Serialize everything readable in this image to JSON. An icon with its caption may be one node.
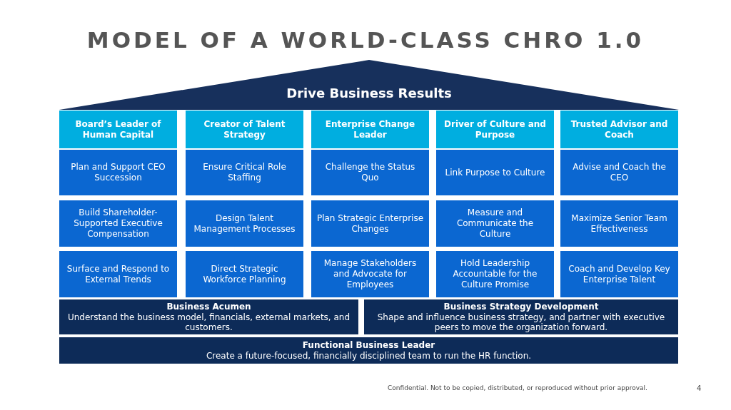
{
  "diagram": {
    "title": "MODEL OF A WORLD-CLASS CHRO 1.0",
    "nodes": [
      {
        "text": [
          "Drive Business Results"
        ]
      },
      {
        "text": [
          "Board’s Leader of Human Capital"
        ]
      },
      {
        "text": [
          "Creator of Talent Strategy"
        ]
      },
      {
        "text": [
          "Enterprise Change Leader"
        ]
      },
      {
        "text": [
          "Driver of Culture and Purpose"
        ]
      },
      {
        "text": [
          "Trusted Advisor and Coach"
        ]
      },
      {
        "text": [
          "Plan and Support CEO Succession"
        ]
      },
      {
        "text": [
          "Ensure Critical Role Staffing"
        ]
      },
      {
        "text": [
          "Challenge the Status Quo"
        ]
      },
      {
        "text": [
          "Link Purpose to Culture"
        ]
      },
      {
        "text": [
          "Advise and Coach the CEO"
        ]
      },
      {
        "text": [
          "Build Shareholder-Supported Executive Compensation"
        ]
      },
      {
        "text": [
          "Design Talent Management Processes"
        ]
      },
      {
        "text": [
          "Plan Strategic Enterprise Changes"
        ]
      },
      {
        "text": [
          "Measure and Communicate the Culture"
        ]
      },
      {
        "text": [
          "Maximize Senior Team Effectiveness"
        ]
      },
      {
        "text": [
          "Surface and Respond to External Trends"
        ]
      },
      {
        "text": [
          "Direct Strategic Workforce Planning"
        ]
      },
      {
        "text": [
          "Manage Stakeholders and Advocate for Employees"
        ]
      },
      {
        "text": [
          "Hold Leadership Accountable for the Culture Promise"
        ]
      },
      {
        "text": [
          "Coach and Develop Key Enterprise Talent"
        ]
      },
      {
        "text": [
          "Business Acumen",
          "Understand the business model, financials, external markets, and customers."
        ]
      },
      {
        "text": [
          "Business Strategy Development",
          "Shape and influence business strategy, and partner with executive peers to move the organization forward."
        ]
      },
      {
        "text": [
          "Functional Business Leader",
          "Create a future-focused, financially disciplined team to run the HR function."
        ]
      }
    ],
    "labels": [
      "Confidential. Not to be copied, distributed, or reproduced without prior approval.",
      "4"
    ]
  }
}
